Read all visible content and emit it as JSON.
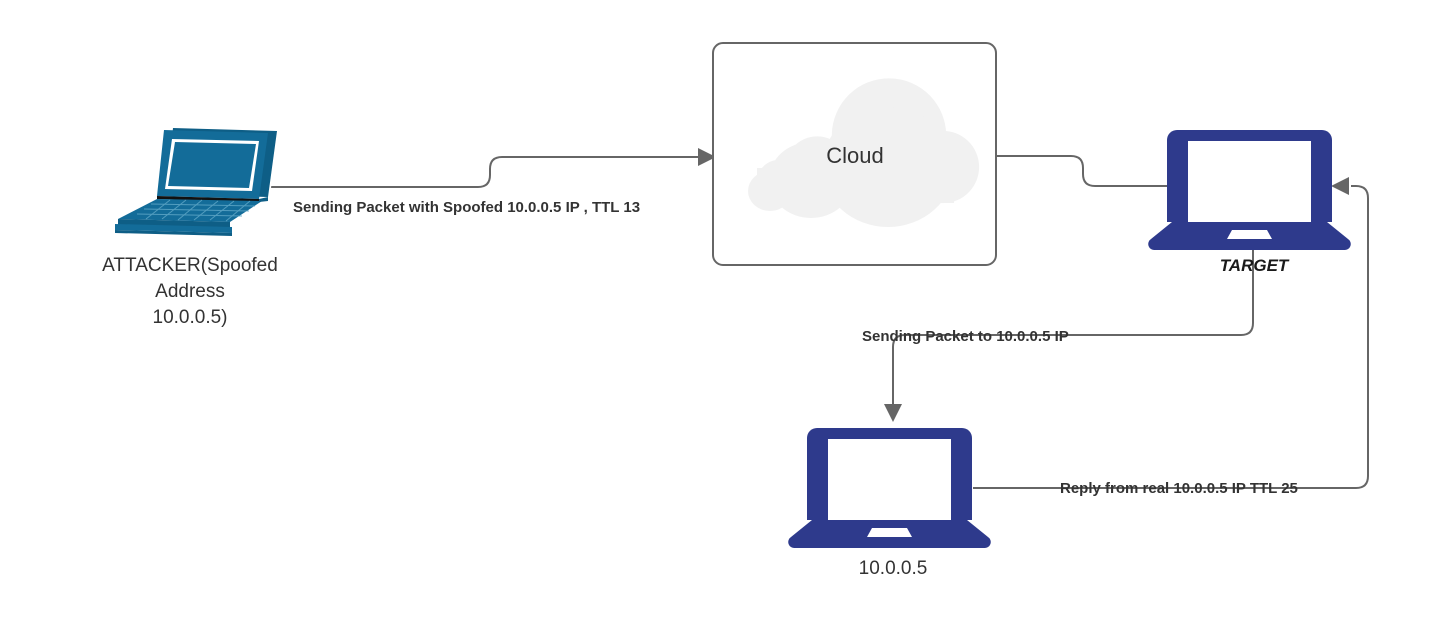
{
  "diagram": {
    "title": "IP Spoofing / TTL Reflection Network Diagram",
    "background_color": "#ffffff",
    "colors": {
      "attacker_laptop": "#136c99",
      "attacker_laptop_dark": "#0e5e86",
      "node_laptop": "#2e3a8c",
      "cloud_fill": "#f1f1f1",
      "cloud_box_border": "#666666",
      "connector": "#666666",
      "label_text": "#333333"
    },
    "nodes": [
      {
        "id": "attacker",
        "type": "laptop-isometric-icon",
        "icon": "laptop-isometric-icon",
        "label_lines": [
          "ATTACKER(Spoofed",
          "Address",
          "10.0.0.5)"
        ],
        "color": "#136c99"
      },
      {
        "id": "cloud",
        "type": "cloud-in-box",
        "icon": "cloud-icon",
        "label": "Cloud",
        "fill": "#f1f1f1",
        "border": "#666666"
      },
      {
        "id": "target",
        "type": "laptop-front-icon",
        "icon": "laptop-icon",
        "label": "TARGET",
        "color": "#2e3a8c"
      },
      {
        "id": "victim",
        "type": "laptop-front-icon",
        "icon": "laptop-icon",
        "label": "10.0.0.5",
        "color": "#2e3a8c"
      }
    ],
    "edges": [
      {
        "id": "attacker-to-cloud",
        "from": "attacker",
        "to": "cloud",
        "label": "Sending Packet with Spoofed 10.0.0.5 IP , TTL 13",
        "arrow": "end"
      },
      {
        "id": "cloud-to-target",
        "from": "cloud",
        "to": "target",
        "label": "",
        "arrow": "none"
      },
      {
        "id": "target-to-victim",
        "from": "target",
        "to": "victim",
        "label": "Sending Packet to 10.0.0.5 IP",
        "arrow": "end"
      },
      {
        "id": "victim-to-target",
        "from": "victim",
        "to": "target",
        "label": "Reply from real 10.0.0.5 IP TTL 25",
        "arrow": "end"
      }
    ]
  }
}
